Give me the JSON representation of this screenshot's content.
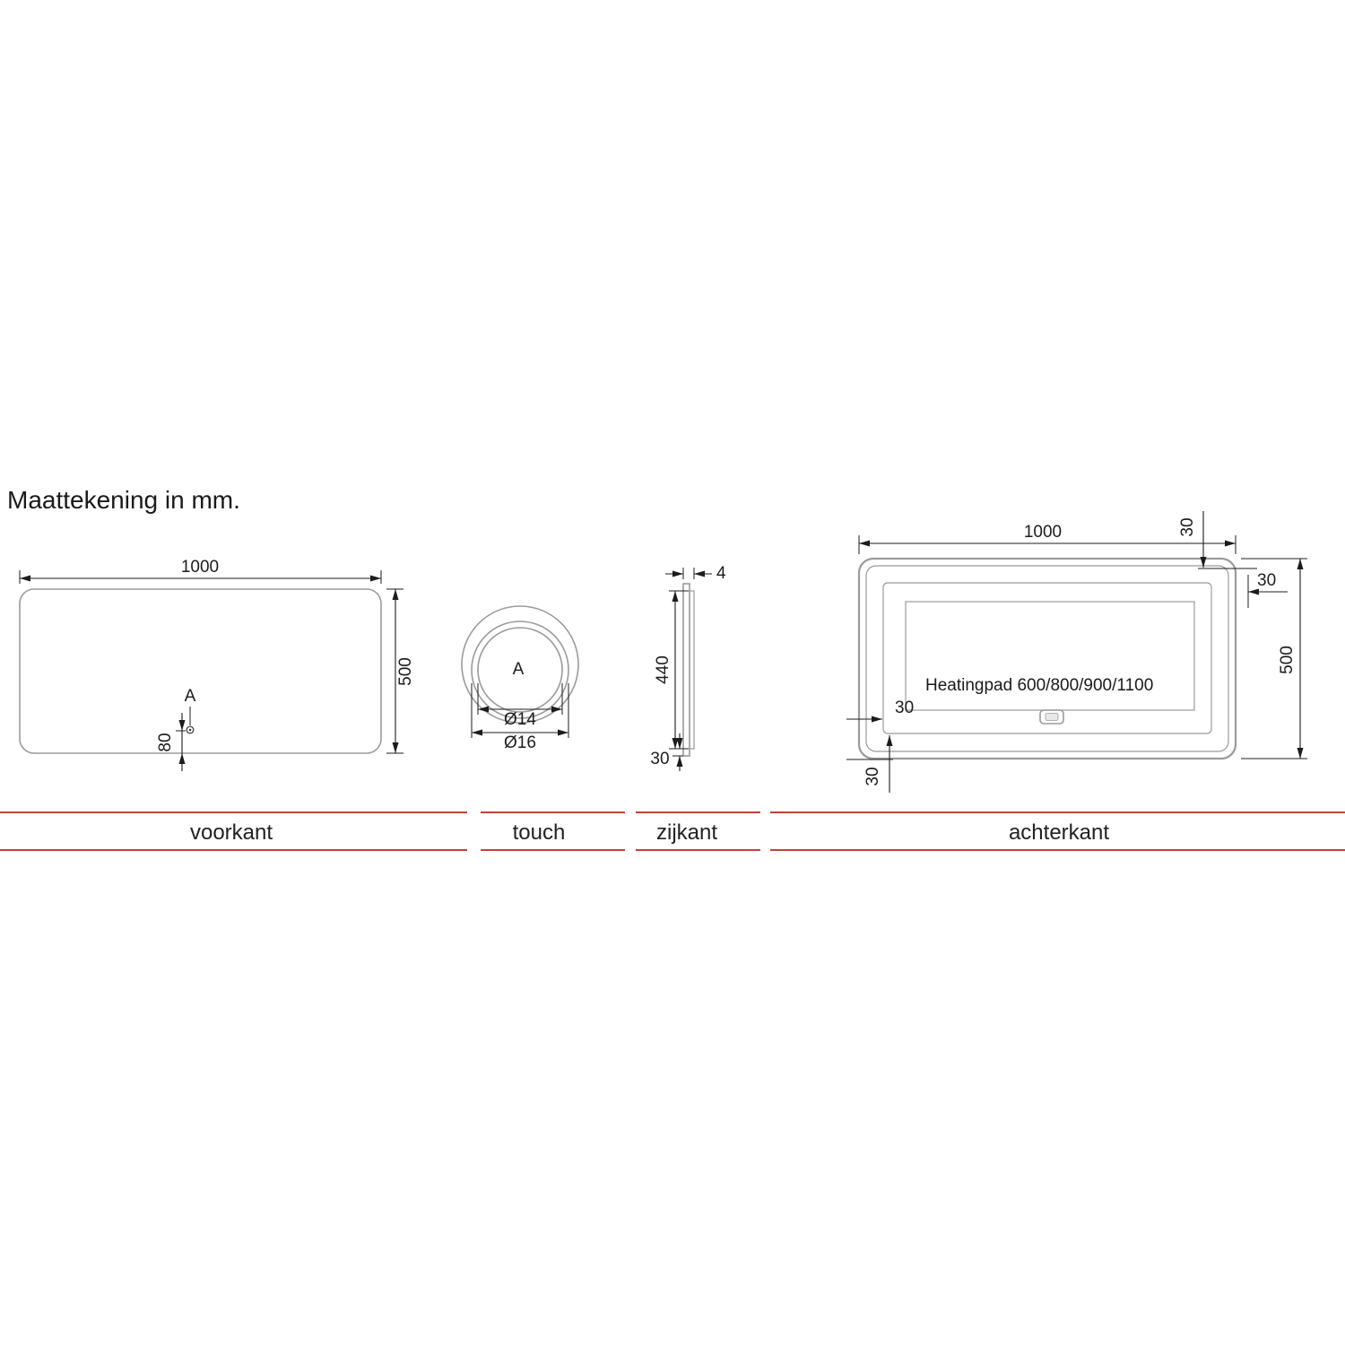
{
  "title": "Maattekening in mm.",
  "sections": {
    "front": "voorkant",
    "touch": "touch",
    "side": "zijkant",
    "back": "achterkant"
  },
  "front": {
    "width": "1000",
    "height": "500",
    "sensor_label": "A",
    "sensor_offset": "80"
  },
  "touch": {
    "sensor_label": "A",
    "inner_diameter": "Ø14",
    "outer_diameter": "Ø16"
  },
  "side": {
    "thickness": "4",
    "strip_height": "440",
    "bottom_offset": "30"
  },
  "back": {
    "width": "1000",
    "height": "500",
    "top_inset": "30",
    "right_inset": "30",
    "left_inset": "30",
    "bottom_inset": "30",
    "heatingpad_label": "Heatingpad 600/800/900/1100"
  },
  "colors": {
    "divider": "#c2423c",
    "outline": "#9b9b9b",
    "dimension": "#1c1c1c"
  }
}
